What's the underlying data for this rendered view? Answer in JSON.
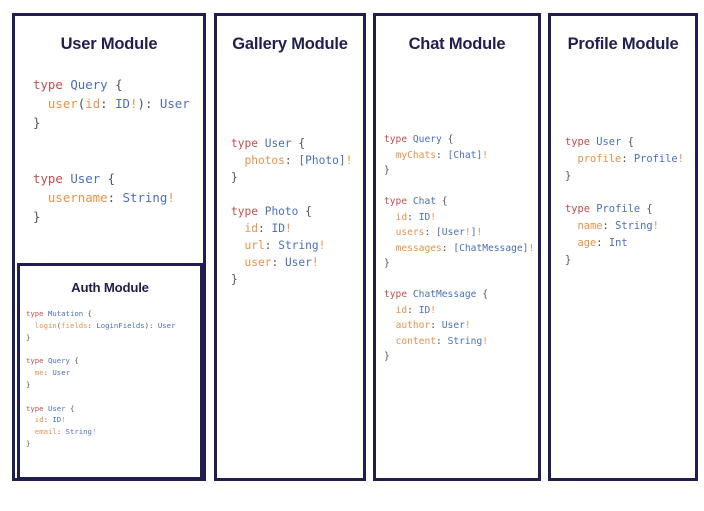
{
  "background_color": "#ffffff",
  "theme": {
    "border_color": "#201e50",
    "title_color": "#201e50",
    "code_keyword_color": "#c0504d",
    "code_type_color": "#4a6fbd",
    "code_field_color": "#e8924a",
    "code_punctuation_color": "#545454"
  },
  "panels": [
    {
      "id": "user",
      "title": "User Module",
      "schema_lines": [
        "type Query {",
        "  user(id: ID!): User",
        "}",
        "",
        "",
        "type User {",
        "  username: String!",
        "}"
      ],
      "nested_panel": {
        "id": "auth",
        "title": "Auth Module",
        "schema_lines": [
          "type Mutation {",
          "  login(fields: LoginFields): User",
          "}",
          "",
          "type Query {",
          "  me: User",
          "}",
          "",
          "type User {",
          "  id: ID!",
          "  email: String!",
          "}"
        ]
      }
    },
    {
      "id": "gallery",
      "title": "Gallery Module",
      "schema_lines": [
        "type User {",
        "  photos: [Photo]!",
        "}",
        "",
        "type Photo {",
        "  id: ID!",
        "  url: String!",
        "  user: User!",
        "}"
      ]
    },
    {
      "id": "chat",
      "title": "Chat Module",
      "schema_lines": [
        "type Query {",
        "  myChats: [Chat]!",
        "}",
        "",
        "type Chat {",
        "  id: ID!",
        "  users: [User!]!",
        "  messages: [ChatMessage]!",
        "}",
        "",
        "type ChatMessage {",
        "  id: ID!",
        "  author: User!",
        "  content: String!",
        "}"
      ]
    },
    {
      "id": "profile",
      "title": "Profile Module",
      "schema_lines": [
        "type User {",
        "  profile: Profile!",
        "}",
        "",
        "type Profile {",
        "  name: String!",
        "  age: Int",
        "}"
      ]
    }
  ]
}
